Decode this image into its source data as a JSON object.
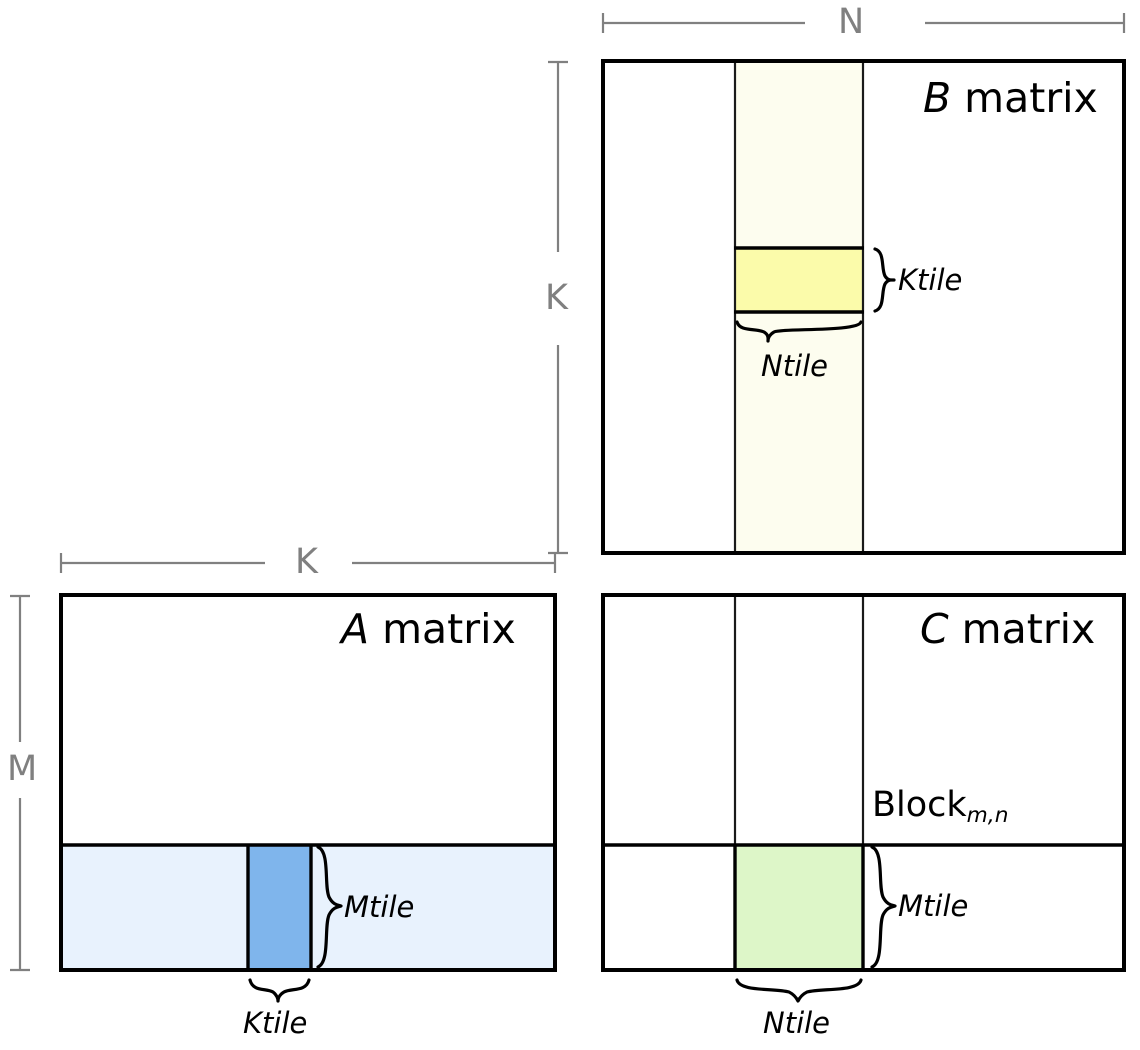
{
  "diagram": {
    "title_a": {
      "symbol": "A",
      "word": " matrix"
    },
    "title_b": {
      "symbol": "B",
      "word": " matrix"
    },
    "title_c": {
      "symbol": "C",
      "word": " matrix"
    },
    "block_label": "Block",
    "block_subscript": "m,n",
    "dimensions": {
      "n_label": "N",
      "k_vertical_label": "K",
      "k_horizontal_label": "K",
      "m_label": "M"
    },
    "tiles": {
      "ktile_b": "Ktile",
      "ntile_b": "Ntile",
      "mtile_a": "Mtile",
      "ktile_a": "Ktile",
      "mtile_c": "Mtile",
      "ntile_c": "Ntile"
    },
    "colors": {
      "outline": "#000000",
      "dimension_gray": "#808080",
      "a_band_fill": "#e8f2fd",
      "a_tile_fill": "#7fb5ec",
      "b_strip_fill": "#fdfdef",
      "b_tile_fill": "#fbfbaa",
      "c_tile_fill": "#ddf6c8",
      "background": "#ffffff"
    }
  }
}
